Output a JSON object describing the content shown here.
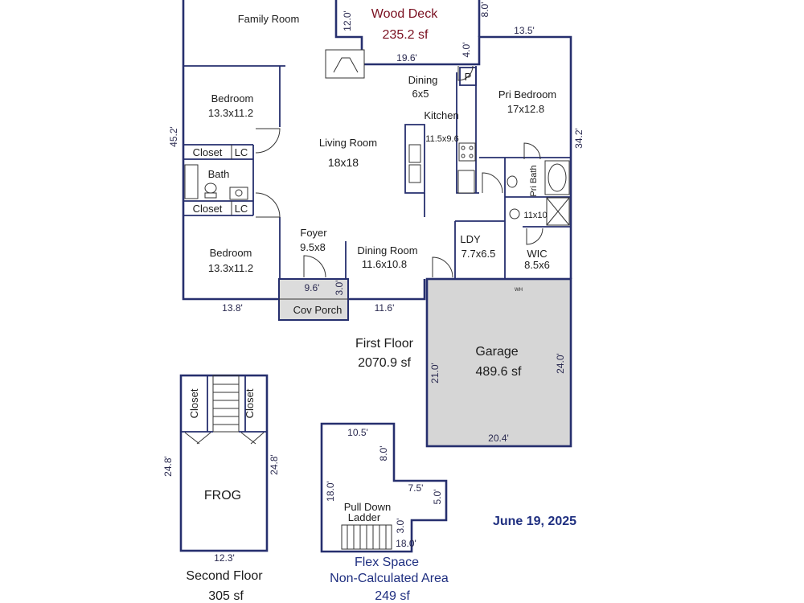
{
  "rooms": {
    "family_room": "Family Room",
    "wood_deck": "Wood Deck",
    "wood_deck_area": "235.2 sf",
    "dining": "Dining",
    "dining_size": "6x5",
    "pantry": "P",
    "pri_bedroom": "Pri Bedroom",
    "pri_bedroom_size": "17x12.8",
    "bedroom_top": "Bedroom",
    "bedroom_top_size": "13.3x11.2",
    "living_room": "Living Room",
    "living_room_size": "18x18",
    "kitchen": "Kitchen",
    "kitchen_size": "11.5x9.6",
    "closet_top": "Closet",
    "lc_top": "LC",
    "bath": "Bath",
    "closet_bottom": "Closet",
    "lc_bottom": "LC",
    "pri_bath": "Pri Bath",
    "pri_bath_size": "11x10",
    "foyer": "Foyer",
    "foyer_size": "9.5x8",
    "bedroom_bottom": "Bedroom",
    "bedroom_bottom_size": "13.3x11.2",
    "dining_room": "Dining Room",
    "dining_room_size": "11.6x10.8",
    "ldy": "LDY",
    "ldy_size": "7.7x6.5",
    "wic": "WIC",
    "wic_size": "8.5x6",
    "wh": "WH",
    "cov_porch": "Cov Porch",
    "garage": "Garage",
    "garage_area": "489.6 sf",
    "frog": "FROG",
    "frog_closet_left": "Closet",
    "frog_closet_right": "Closet",
    "pull_down": "Pull Down",
    "ladder": "Ladder"
  },
  "dimensions": {
    "deck_height": "12.0'",
    "deck_right": "8.0'",
    "top_right": "13.5'",
    "deck_bottom": "19.6'",
    "deck_step": "4.0'",
    "left_side": "45.2'",
    "right_side": "34.2'",
    "porch_width": "9.6'",
    "porch_depth": "3.0'",
    "bottom_left": "13.8'",
    "bottom_mid": "11.6'",
    "garage_left": "21.0'",
    "garage_right": "24.0'",
    "garage_bottom": "20.4'",
    "frog_left": "24.8'",
    "frog_right": "24.8'",
    "frog_bottom": "12.3'",
    "flex_top": "10.5'",
    "flex_notch_v": "8.0'",
    "flex_left": "18.0'",
    "flex_notch_h": "7.5'",
    "flex_notch_right": "5.0'",
    "flex_small_v": "3.0'",
    "flex_bottom": "18.0'"
  },
  "floors": {
    "first_floor": "First Floor",
    "first_floor_area": "2070.9 sf",
    "second_floor": "Second Floor",
    "second_floor_area": "305 sf",
    "flex_space": "Flex Space",
    "flex_note": "Non-Calculated Area",
    "flex_area": "249 sf"
  },
  "date": "June 19, 2025",
  "colors": {
    "wall": "#262f6e",
    "garage_fill": "#d6d6d6",
    "porch_fill": "#dcdcdc",
    "deck_text": "#7a1020",
    "flex_text": "#1f2f80"
  }
}
